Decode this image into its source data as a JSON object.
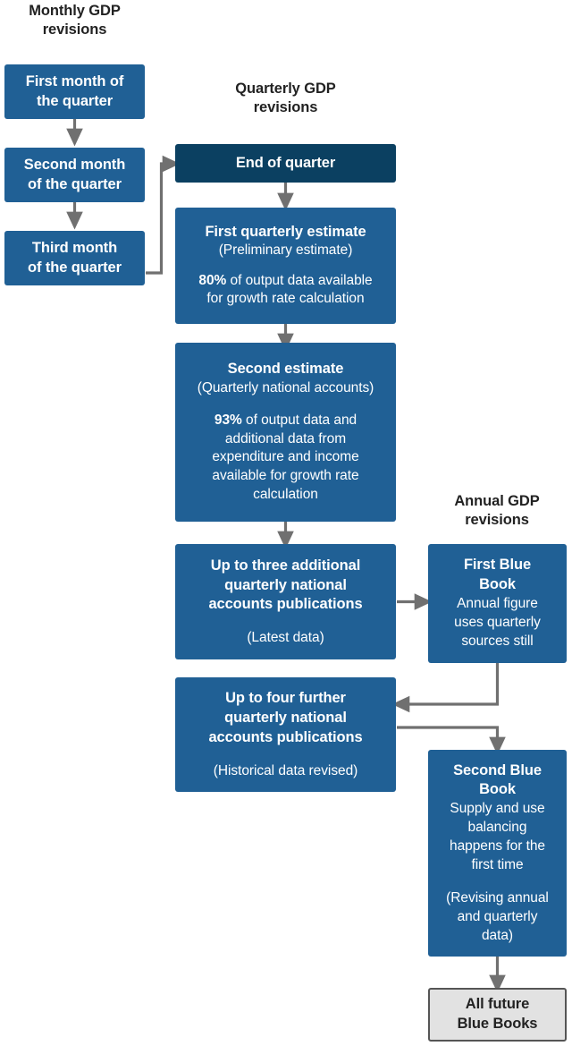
{
  "figure": {
    "palette": {
      "blue": "#206095",
      "navy": "#0b4061",
      "grey_fill": "#e2e2e2",
      "grey_border": "#555555",
      "arrow": "#707070",
      "text_dark": "#222222",
      "text_light": "#ffffff"
    }
  },
  "headings": {
    "monthly": "Monthly GDP\nrevisions",
    "monthly_l1": "Monthly GDP",
    "monthly_l2": "revisions",
    "quarterly_l1": "Quarterly GDP",
    "quarterly_l2": "revisions",
    "annual_l1": "Annual GDP",
    "annual_l2": "revisions"
  },
  "nodes": {
    "first_month": {
      "title_l1": "First month of",
      "title_l2": "the quarter"
    },
    "second_month": {
      "title_l1": "Second month",
      "title_l2": "of the quarter"
    },
    "third_month": {
      "title_l1": "Third month",
      "title_l2": "of the quarter"
    },
    "end_of_quarter": {
      "title": "End of quarter"
    },
    "first_quarterly_estimate": {
      "title": "First quarterly estimate",
      "subtitle": "(Preliminary estimate)",
      "stat": "80%",
      "detail_rest": " of output data available",
      "detail_l2": "for growth rate calculation"
    },
    "second_estimate": {
      "title": "Second estimate",
      "subtitle": "(Quarterly national accounts)",
      "stat": "93%",
      "detail_rest": " of output data and",
      "detail_l2": "additional data from",
      "detail_l3": "expenditure and income",
      "detail_l4": "available for growth rate",
      "detail_l5": "calculation"
    },
    "three_additional": {
      "title_l1": "Up to three additional",
      "title_l2": "quarterly national",
      "title_l3": "accounts publications",
      "subtitle": "(Latest data)"
    },
    "four_further": {
      "title_l1": "Up to four further",
      "title_l2": "quarterly national",
      "title_l3": "accounts publications",
      "subtitle": "(Historical data revised)"
    },
    "first_blue_book": {
      "title_l1": "First Blue",
      "title_l2": "Book",
      "detail_l1": "Annual figure",
      "detail_l2": "uses quarterly",
      "detail_l3": "sources still"
    },
    "second_blue_book": {
      "title_l1": "Second Blue",
      "title_l2": "Book",
      "detail_l1": "Supply and use",
      "detail_l2": "balancing",
      "detail_l3": "happens for the",
      "detail_l4": "first time",
      "detail_l5": "(Revising annual",
      "detail_l6": "and quarterly",
      "detail_l7": "data)"
    },
    "all_future_blue_books": {
      "title_l1": "All future",
      "title_l2": "Blue Books"
    }
  },
  "chart_data": {
    "type": "diagram",
    "title": "UK GDP revisions process flowchart",
    "columns": [
      "Monthly GDP revisions",
      "Quarterly GDP revisions",
      "Annual GDP revisions"
    ],
    "nodes": [
      {
        "id": "first_month",
        "column": "Monthly GDP revisions",
        "label": "First month of the quarter",
        "style": "blue"
      },
      {
        "id": "second_month",
        "column": "Monthly GDP revisions",
        "label": "Second month of the quarter",
        "style": "blue"
      },
      {
        "id": "third_month",
        "column": "Monthly GDP revisions",
        "label": "Third month of the quarter",
        "style": "blue"
      },
      {
        "id": "end_of_quarter",
        "column": "Quarterly GDP revisions",
        "label": "End of quarter",
        "style": "navy"
      },
      {
        "id": "first_quarterly_estimate",
        "column": "Quarterly GDP revisions",
        "label": "First quarterly estimate (Preliminary estimate) — 80% of output data available for growth rate calculation",
        "style": "blue"
      },
      {
        "id": "second_estimate",
        "column": "Quarterly GDP revisions",
        "label": "Second estimate (Quarterly national accounts) — 93% of output data and additional data from expenditure and income available for growth rate calculation",
        "style": "blue"
      },
      {
        "id": "three_additional",
        "column": "Quarterly GDP revisions",
        "label": "Up to three additional quarterly national accounts publications (Latest data)",
        "style": "blue"
      },
      {
        "id": "four_further",
        "column": "Quarterly GDP revisions",
        "label": "Up to four further quarterly national accounts publications (Historical data revised)",
        "style": "blue"
      },
      {
        "id": "first_blue_book",
        "column": "Annual GDP revisions",
        "label": "First Blue Book — Annual figure uses quarterly sources still",
        "style": "blue"
      },
      {
        "id": "second_blue_book",
        "column": "Annual GDP revisions",
        "label": "Second Blue Book — Supply and use balancing happens for the first time (Revising annual and quarterly data)",
        "style": "blue"
      },
      {
        "id": "all_future_blue_books",
        "column": "Annual GDP revisions",
        "label": "All future Blue Books",
        "style": "grey"
      }
    ],
    "edges": [
      {
        "from": "first_month",
        "to": "second_month"
      },
      {
        "from": "second_month",
        "to": "third_month"
      },
      {
        "from": "third_month",
        "to": "end_of_quarter"
      },
      {
        "from": "end_of_quarter",
        "to": "first_quarterly_estimate"
      },
      {
        "from": "first_quarterly_estimate",
        "to": "second_estimate"
      },
      {
        "from": "second_estimate",
        "to": "three_additional"
      },
      {
        "from": "three_additional",
        "to": "first_blue_book"
      },
      {
        "from": "first_blue_book",
        "to": "four_further"
      },
      {
        "from": "four_further",
        "to": "second_blue_book"
      },
      {
        "from": "second_blue_book",
        "to": "all_future_blue_books"
      }
    ],
    "percentages": [
      {
        "node": "first_quarterly_estimate",
        "value": 80,
        "unit": "%",
        "of": "output data available for growth rate calculation"
      },
      {
        "node": "second_estimate",
        "value": 93,
        "unit": "%",
        "of": "output data and additional data from expenditure and income available for growth rate calculation"
      }
    ]
  }
}
